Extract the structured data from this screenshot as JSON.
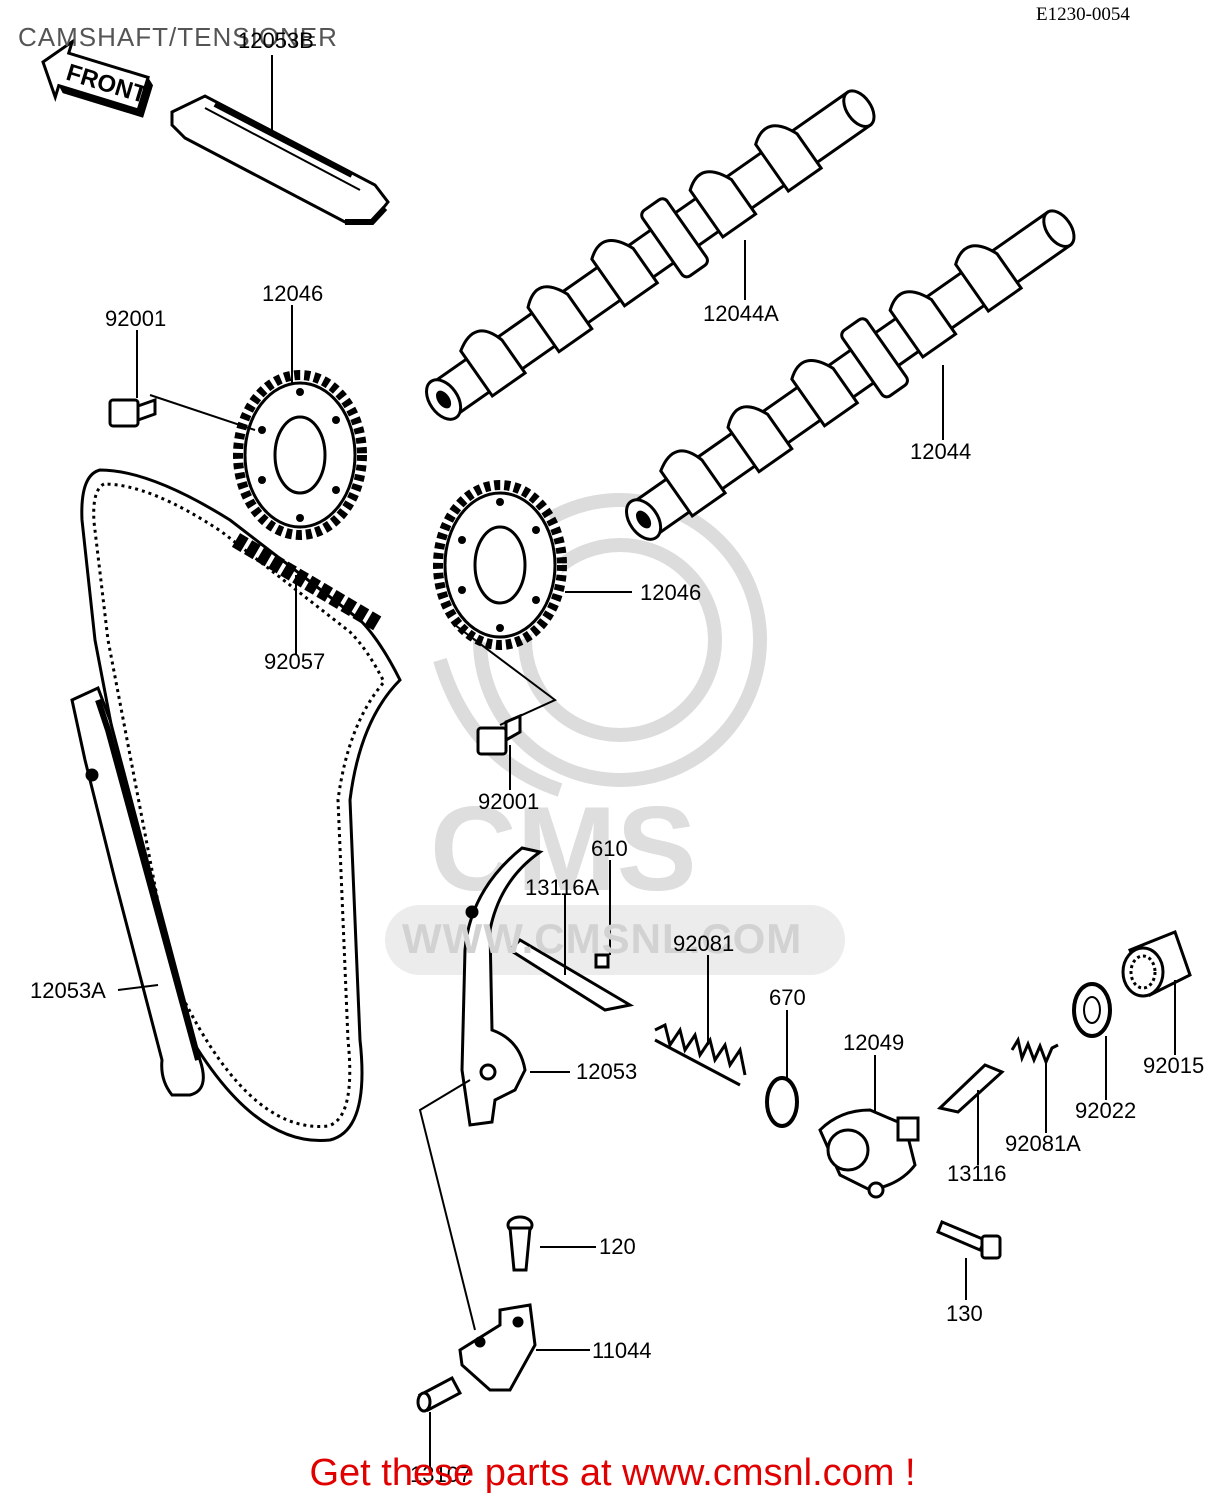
{
  "header": {
    "title": "CAMSHAFT/TENSIONER",
    "drawing_code": "E1230-0054",
    "front_label": "FRONT"
  },
  "watermark": {
    "logo_text": "CMS",
    "url_text": "WWW.CMSNL.COM"
  },
  "parts": [
    {
      "id": "p-12053b",
      "label": "12053B"
    },
    {
      "id": "p-12046a",
      "label": "12046"
    },
    {
      "id": "p-92001a",
      "label": "92001"
    },
    {
      "id": "p-12044a",
      "label": "12044A"
    },
    {
      "id": "p-12044",
      "label": "12044"
    },
    {
      "id": "p-12046b",
      "label": "12046"
    },
    {
      "id": "p-92057",
      "label": "92057"
    },
    {
      "id": "p-92001b",
      "label": "92001"
    },
    {
      "id": "p-610",
      "label": "610"
    },
    {
      "id": "p-13116a",
      "label": "13116A"
    },
    {
      "id": "p-92081",
      "label": "92081"
    },
    {
      "id": "p-670",
      "label": "670"
    },
    {
      "id": "p-12053a",
      "label": "12053A"
    },
    {
      "id": "p-12053",
      "label": "12053"
    },
    {
      "id": "p-12049",
      "label": "12049"
    },
    {
      "id": "p-92015",
      "label": "92015"
    },
    {
      "id": "p-92022",
      "label": "92022"
    },
    {
      "id": "p-92081a",
      "label": "92081A"
    },
    {
      "id": "p-13116",
      "label": "13116"
    },
    {
      "id": "p-120",
      "label": "120"
    },
    {
      "id": "p-130",
      "label": "130"
    },
    {
      "id": "p-11044",
      "label": "11044"
    },
    {
      "id": "p-13107",
      "label": "13107"
    }
  ],
  "footer": {
    "banner": "Get these parts at www.cmsnl.com !",
    "banner_color": "#e00000"
  }
}
